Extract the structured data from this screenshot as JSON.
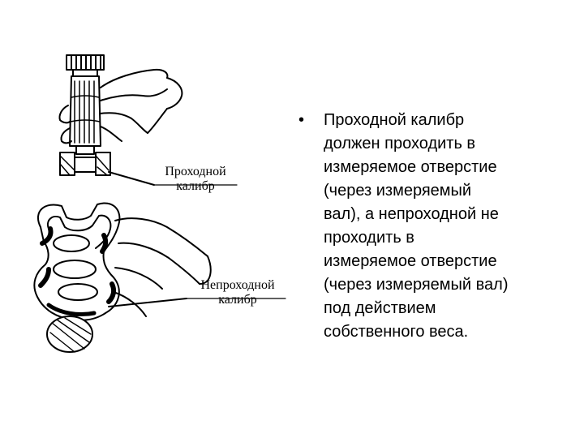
{
  "figure": {
    "label_pass_gauge_line1": "Проходной",
    "label_pass_gauge_line2": "калибр",
    "label_nogo_gauge_line1": "Непроходной",
    "label_nogo_gauge_line2": "калибр"
  },
  "bullet": {
    "marker": "•",
    "text": "Проходной калибр\nдолжен проходить в\nизмеряемое отверстие\n(через измеряемый\nвал), а непроходной не\nпроходить в\nизмеряемое отверстие\n(через измеряемый вал)\nпод действием\nсобственного веса."
  }
}
